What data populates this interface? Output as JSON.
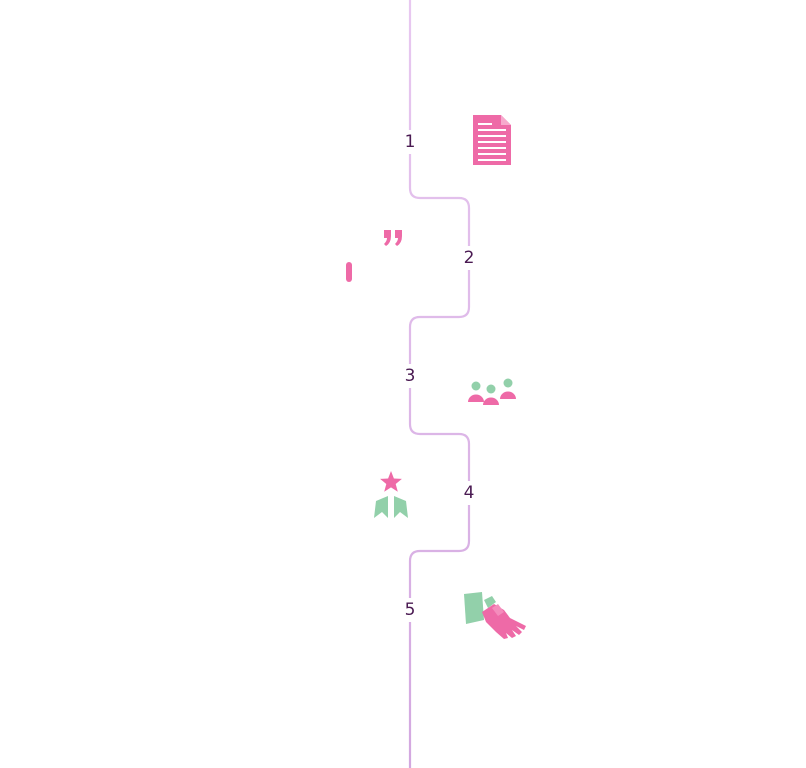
{
  "colors": {
    "path": "#d9b5e6",
    "number": "#4a1a52",
    "pink": "#ee6aa7",
    "green": "#92d0aa"
  },
  "steps": [
    {
      "number": "1",
      "icon": "document-icon"
    },
    {
      "number": "2",
      "icon": "quote-icon"
    },
    {
      "number": "3",
      "icon": "people-icon"
    },
    {
      "number": "4",
      "icon": "award-icon"
    },
    {
      "number": "5",
      "icon": "handshake-icon"
    }
  ]
}
